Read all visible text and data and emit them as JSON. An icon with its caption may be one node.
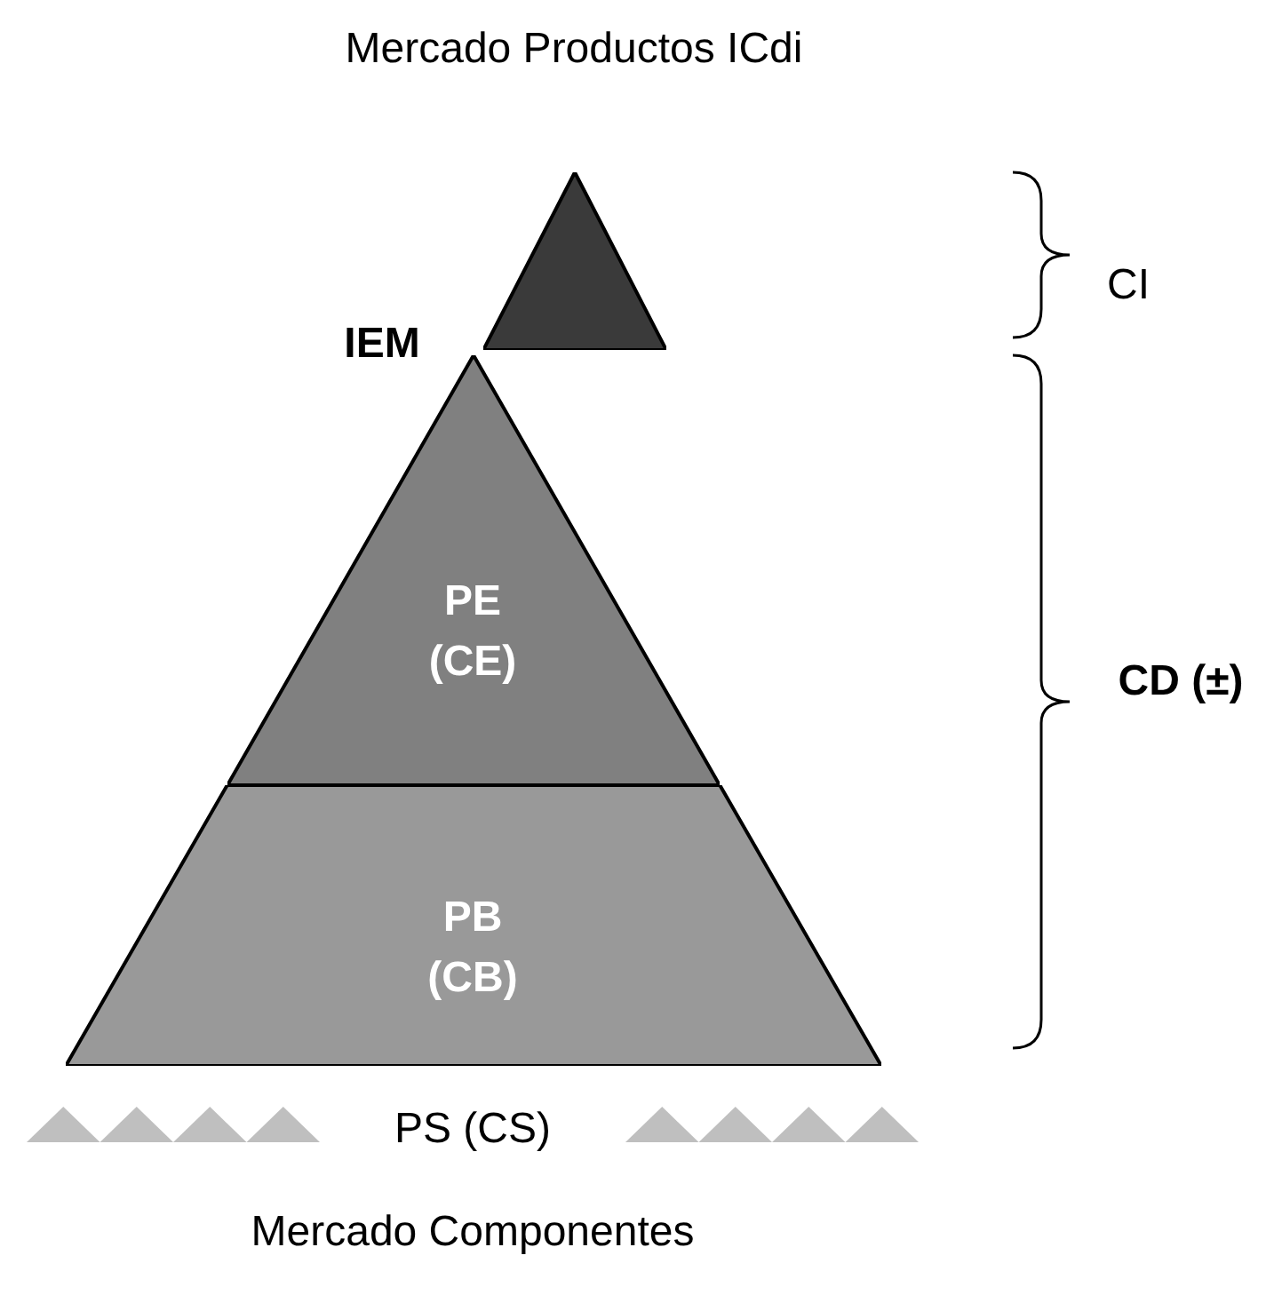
{
  "diagram": {
    "nodes": [
      {
        "text": [],
        "shape": "triangle"
      },
      {
        "text": [
          "PE (CE)"
        ]
      },
      {
        "text": [
          "PB (CB)"
        ]
      }
    ],
    "labels": [
      "Mercado Productos ICdi",
      "IEM",
      "CI",
      "CD (±)",
      "PS (CS)",
      "Mercado Componentes"
    ]
  }
}
